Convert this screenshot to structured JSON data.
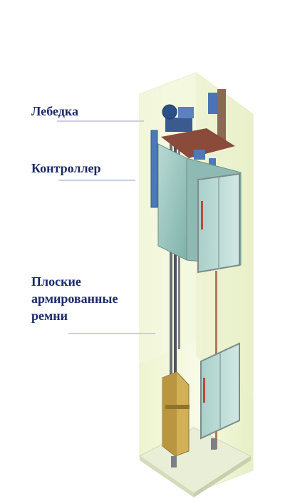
{
  "diagram": {
    "labels": {
      "winch": "Лебедка",
      "controller": "Контроллер",
      "belts_line1": "Плоские",
      "belts_line2": "армированные",
      "belts_line3": "ремни"
    },
    "colors": {
      "label_text": "#1b2a6b",
      "leader_line": "#c9cde8",
      "shaft_fill": "#f2f7d8",
      "cab_glass": "#9fc9c3",
      "counterweight": "#c9a44a",
      "winch_blue": "#3f6fb0"
    }
  }
}
